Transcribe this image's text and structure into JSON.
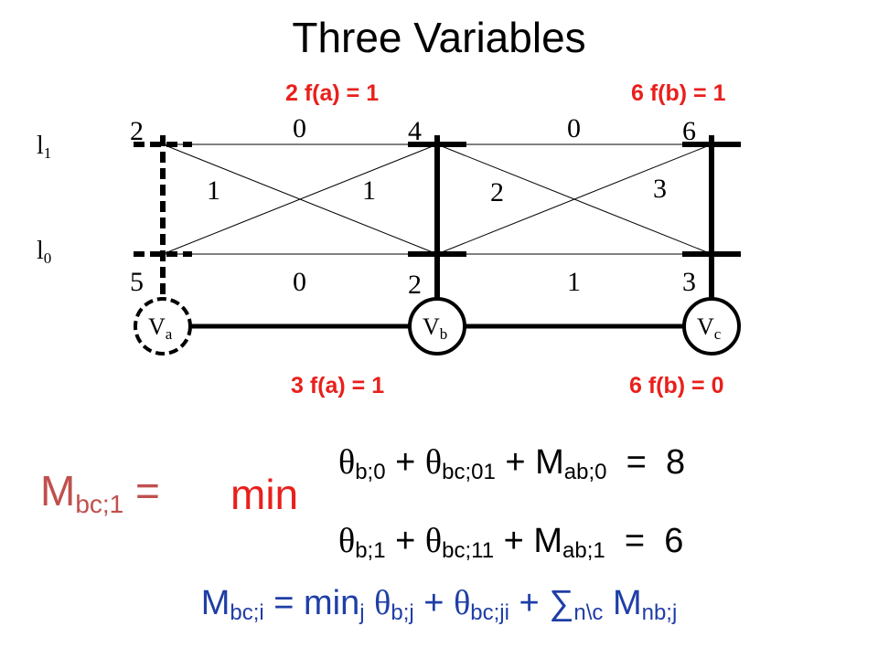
{
  "title": "Three Variables",
  "labels": {
    "l1": {
      "base": "l",
      "sub": "1"
    },
    "l0": {
      "base": "l",
      "sub": "0"
    }
  },
  "messages": {
    "top_a": "2 f(a) = 1",
    "top_b": "6 f(b) = 1",
    "bot_a": "3 f(a) = 1",
    "bot_b": "6 f(b) = 0"
  },
  "nodes": {
    "a": {
      "base": "V",
      "sub": "a"
    },
    "b": {
      "base": "V",
      "sub": "b"
    },
    "c": {
      "base": "V",
      "sub": "c"
    }
  },
  "unary": {
    "a1": "2",
    "b1": "4",
    "c1": "6",
    "a0": "5",
    "b0": "2",
    "c0": "3"
  },
  "pairwise": {
    "ab_00": "0",
    "ab_11": "0",
    "ab_cross_left": "1",
    "ab_cross_right": "1",
    "bc_top": "0",
    "bc_bottom": "1",
    "bc_cross_left": "2",
    "bc_cross_right": "3"
  },
  "equation": {
    "lhs": {
      "base": "M",
      "sub": "bc;1",
      "eq": "="
    },
    "min": "min",
    "row1": {
      "t1": "θ",
      "s1": "b;0",
      "plus1": "+",
      "t2": "θ",
      "s2": "bc;01",
      "plus2": "+ M",
      "s3": "ab;0",
      "eq": "=",
      "val": "8"
    },
    "row2": {
      "t1": "θ",
      "s1": "b;1",
      "plus1": "+",
      "t2": "θ",
      "s2": "bc;11",
      "plus2": "+ M",
      "s3": "ab;1",
      "eq": "=",
      "val": "6"
    }
  },
  "general": {
    "m": "M",
    "m_sub": "bc;i",
    "eqmin": "= min",
    "j_sub": "j",
    "t1": "θ",
    "t1_sub": "b;j",
    "plus1": "+",
    "t2": "θ",
    "t2_sub": "bc;ji",
    "plus2": "+ ∑",
    "sum_sub": "n\\c",
    "m2": "M",
    "m2_sub": "nb;j"
  },
  "colors": {
    "red": "#e8201c",
    "blue": "#1f3ea6",
    "mauve": "#c0504d"
  }
}
